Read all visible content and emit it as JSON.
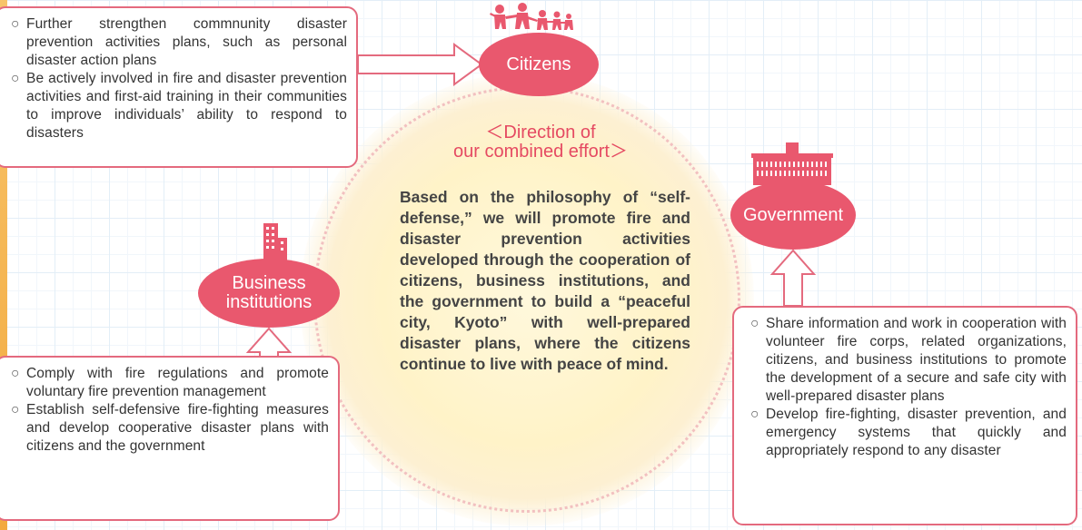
{
  "colors": {
    "accent": "#e9586e",
    "border": "#e46a7e",
    "heading": "#e54a62",
    "circle_fill": "#fff3c8"
  },
  "center": {
    "heading": "＜Direction of\nour combined effort＞",
    "text": "Based on the philosophy of “self-defense,” we will promote fire and disaster prevention activities developed through the cooperation of citizens, business institutions, and the government to build a “peaceful city, Kyoto” with well-prepared disaster plans, where the citizens continue to live with peace of mind."
  },
  "citizens": {
    "label": "Citizens",
    "icon": "family-icon",
    "items": [
      "Further strengthen commnunity disaster prevention activities plans, such as personal disaster action plans",
      "Be actively involved in fire and disaster prevention activities and first-aid training in their communities to improve individuals’ ability to respond to disasters"
    ]
  },
  "government": {
    "label": "Government",
    "icon": "city-hall-icon",
    "items": [
      "Share information and work in cooperation with volunteer fire corps, related organizations, citizens, and business institutions to promote the development of a secure and safe city with well-prepared disaster plans",
      "Develop fire-fighting, disaster prevention, and emergency systems that quickly and appropriately respond to any disaster"
    ]
  },
  "business": {
    "label": "Business\ninstitutions",
    "icon": "office-building-icon",
    "items": [
      "Comply with fire regulations and promote voluntary fire prevention management",
      "Establish self-defensive fire-fighting measures and develop cooperative disaster plans with citizens and the government"
    ]
  }
}
